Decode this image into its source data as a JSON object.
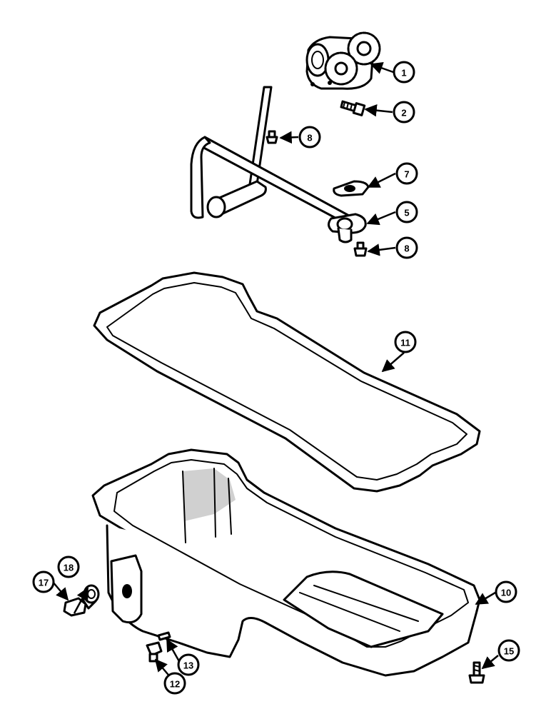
{
  "callouts": {
    "c1": "1",
    "c2": "2",
    "c8a": "8",
    "c7": "7",
    "c5": "5",
    "c8b": "8",
    "c11": "11",
    "c10": "10",
    "c17": "17",
    "c18": "18",
    "c13": "13",
    "c12": "12",
    "c15": "15"
  },
  "colors": {
    "line": "#000000",
    "paper": "#ffffff",
    "shade": "#d0d0d0"
  }
}
